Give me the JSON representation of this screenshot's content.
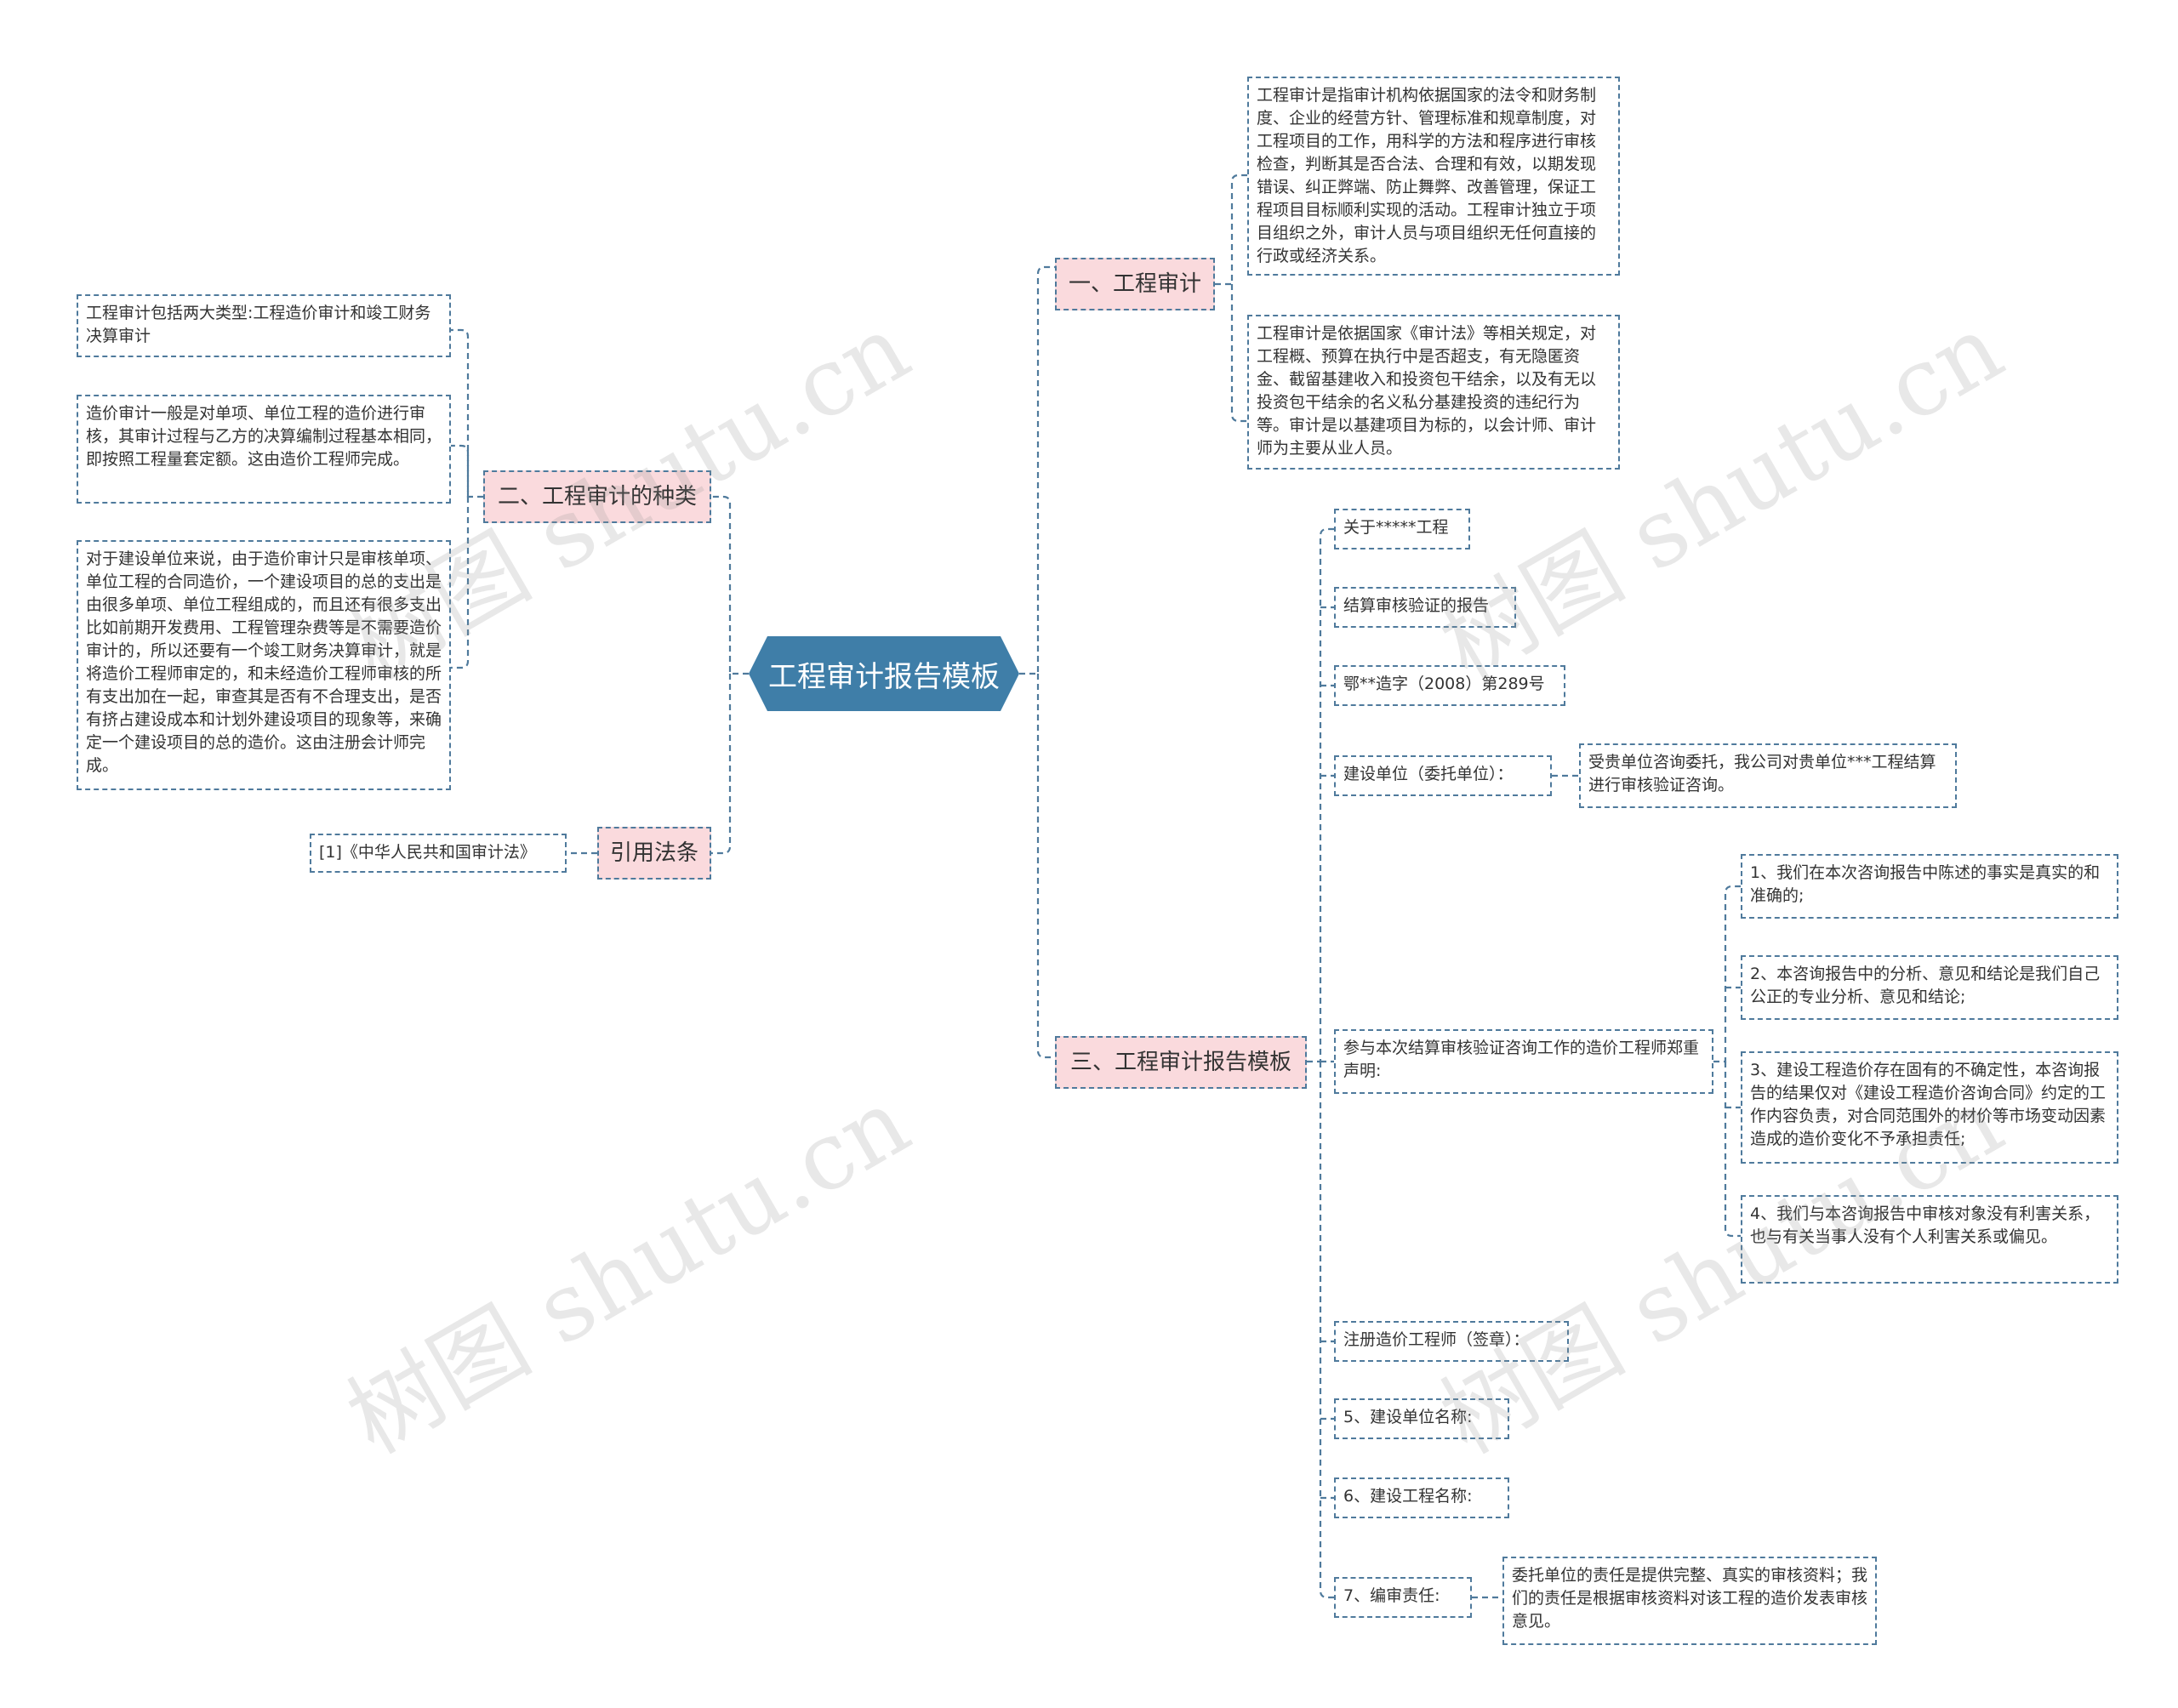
{
  "root": "工程审计报告模板",
  "branches": {
    "b1": "一、工程审计",
    "b2": "二、工程审计的种类",
    "b3": "三、工程审计报告模板",
    "b4": "引用法条"
  },
  "b1_items": [
    "工程审计是指审计机构依据国家的法令和财务制度、企业的经营方针、管理标准和规章制度，对工程项目的工作，用科学的方法和程序进行审核检查，判断其是否合法、合理和有效，以期发现错误、纠正弊端、防止舞弊、改善管理，保证工程项目目标顺利实现的活动。工程审计独立于项目组织之外，审计人员与项目组织无任何直接的行政或经济关系。",
    "工程审计是依据国家《审计法》等相关规定，对工程概、预算在执行中是否超支，有无隐匿资金、截留基建收入和投资包干结余，以及有无以投资包干结余的名义私分基建投资的违纪行为等。审计是以基建项目为标的，以会计师、审计师为主要从业人员。"
  ],
  "b2_items": [
    "工程审计包括两大类型:工程造价审计和竣工财务决算审计",
    "造价审计一般是对单项、单位工程的造价进行审核，其审计过程与乙方的决算编制过程基本相同，即按照工程量套定额。这由造价工程师完成。",
    "对于建设单位来说，由于造价审计只是审核单项、单位工程的合同造价，一个建设项目的总的支出是由很多单项、单位工程组成的，而且还有很多支出比如前期开发费用、工程管理杂费等是不需要造价审计的，所以还要有一个竣工财务决算审计，就是将造价工程师审定的，和未经造价工程师审核的所有支出加在一起，审查其是否有不合理支出，是否有挤占建设成本和计划外建设项目的现象等，来确定一个建设项目的总的造价。这由注册会计师完成。"
  ],
  "b4_items": [
    "[1]《中华人民共和国审计法》"
  ],
  "b3_items": {
    "about": "关于*****工程",
    "report": "结算审核验证的报告",
    "doc_no": "鄂**造字（2008）第289号",
    "client_label": "建设单位（委托单位）：",
    "client_text": "受贵单位咨询委托，我公司对贵单位***工程结算进行审核验证咨询。",
    "declare_label": "参与本次结算审核验证咨询工作的造价工程师郑重声明:",
    "declare_items": [
      "1、我们在本次咨询报告中陈述的事实是真实的和准确的;",
      "2、本咨询报告中的分析、意见和结论是我们自己公正的专业分析、意见和结论;",
      "3、建设工程造价存在固有的不确定性，本咨询报告的结果仅对《建设工程造价咨询合同》约定的工作内容负责，对合同范围外的材价等市场变动因素造成的造价变化不予承担责任;",
      "4、我们与本咨询报告中审核对象没有利害关系，也与有关当事人没有个人利害关系或偏见。"
    ],
    "engineer": "注册造价工程师（签章）：",
    "unit_name": "5、建设单位名称:",
    "project_name": "6、建设工程名称:",
    "duty_label": "7、编审责任:",
    "duty_text": "委托单位的责任是提供完整、真实的审核资料；我们的责任是根据审核资料对该工程的造价发表审核意见。"
  },
  "watermark": "树图 shutu.cn",
  "colors": {
    "root_fill": "#3f7ea8",
    "branch_fill": "#fadadd",
    "line": "#4f7a9c",
    "text": "#333333"
  }
}
